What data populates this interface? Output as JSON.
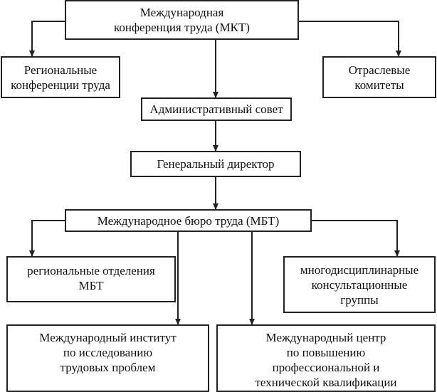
{
  "diagram": {
    "nodes": {
      "mkt": "Международная\nконференция труда (МКТ)",
      "regional_conferences": "Региональные\nконференции труда",
      "sector_committees": "Отраслевые\nкомитеты",
      "admin_council": "Административный совет",
      "director_general": "Генеральный директор",
      "mbt": "Международное бюро труда (МБТ)",
      "regional_offices": "региональные отделения\nМБТ",
      "multidisciplinary_groups": "многодисциплинарные\nконсультационные\nгруппы",
      "institute": "Международный институт\nпо исследованию\nтрудовых проблем",
      "training_center": "Международный центр\nпо  повышению\nпрофессиональной и\nтехнической квалификации"
    },
    "edges": [
      [
        "mkt",
        "regional_conferences"
      ],
      [
        "mkt",
        "sector_committees"
      ],
      [
        "mkt",
        "admin_council"
      ],
      [
        "admin_council",
        "director_general"
      ],
      [
        "director_general",
        "mbt"
      ],
      [
        "mbt",
        "regional_offices"
      ],
      [
        "mbt",
        "multidisciplinary_groups"
      ],
      [
        "mbt",
        "institute"
      ],
      [
        "mbt",
        "training_center"
      ]
    ]
  }
}
